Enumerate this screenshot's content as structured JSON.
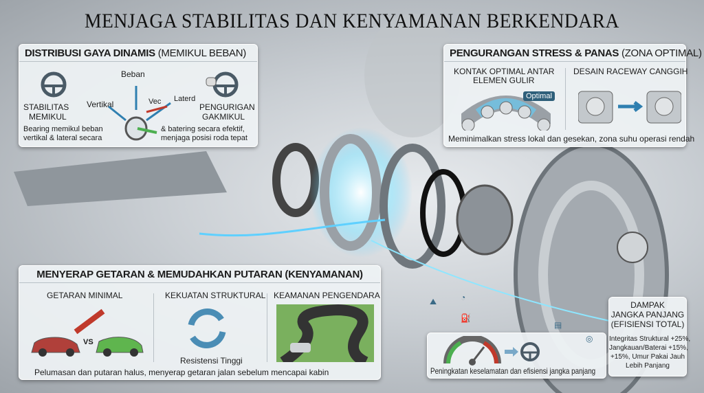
{
  "title": "MENJAGA STABILITAS DAN KENYAMANAN BERKENDARA",
  "panel_distribusi": {
    "heading_bold": "DISTRIBUSI GAYA DINAMIS",
    "heading_rest": "(MEMIKUL BEBAN)",
    "left_label": [
      "STABILITAS",
      "MEMIKUL"
    ],
    "left_desc": [
      "Bearing memikul beban",
      "vertikal & lateral secara"
    ],
    "right_label": [
      "PENGURIGAN",
      "GAKMIKUL"
    ],
    "right_desc": [
      "& batering secara efektif,",
      "menjaga posisi roda tepat"
    ],
    "arrows": {
      "beban": "Beban",
      "vertikal": "Vertikal",
      "vec": "Vec",
      "laterd": "Laterd"
    }
  },
  "panel_stress": {
    "heading_bold": "PENGURANGAN STRESS & PANAS",
    "heading_rest": "(ZONA OPTIMAL)",
    "col1": [
      "KONTAK OPTIMAL ANTAR",
      "ELEMEN GULIR"
    ],
    "badge": "Optimal",
    "col2": "DESAIN RACEWAY CANGGIH",
    "footer": "Meminimalkan stress lokal dan gesekan, zona suhu operasi rendah"
  },
  "panel_getaran": {
    "heading": "MENYERAP GETARAN & MEMUDAHKAN PUTARAN (KENYAMANAN)",
    "col1": "GETARAN MINIMAL",
    "vs": "VS",
    "col2": "KEKUATAN STRUKTURAL",
    "col2_caption": "Resistensi Tinggi",
    "col3": "KEAMANAN PENGENDARA",
    "footer": "Pelumasan dan putaran halus, menyerap getaran jalan sebelum mencapai kabin"
  },
  "panel_gauge": {
    "caption": "Peningkatan keselamatan dan efisiensi jangka panjang"
  },
  "panel_dampak": {
    "heading": [
      "DAMPAK",
      "JANGKA PANJANG",
      "(EFISIENSI TOTAL)"
    ],
    "lines": [
      "Integritas Struktural +25%,",
      "Jangkauan/Baterai +15%,",
      "+15%, Umur Pakai Jauh",
      "Lebih Panjang"
    ]
  },
  "colors": {
    "accent_blue": "#2f7fb0",
    "glow": "#5fd0ff",
    "red": "#c0392b",
    "green": "#4caf50"
  }
}
